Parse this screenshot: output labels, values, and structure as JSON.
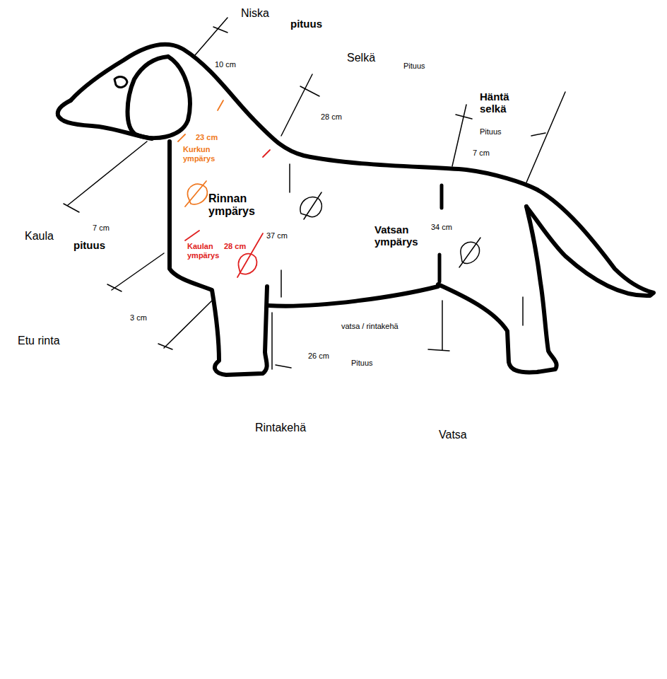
{
  "diagram": {
    "labels": [
      "Niska",
      "pituus",
      "10 cm",
      "Selkä",
      "Pituus",
      "28 cm",
      "Häntä selkä",
      "Pituus",
      "7 cm",
      "23 cm",
      "Kurkun ympärys",
      "Rinnan ympärys",
      "37 cm",
      "Kaula",
      "7 cm",
      "pituus",
      "Kaulan ympärys",
      "28 cm",
      "Vatsan ympärys",
      "34 cm",
      "3 cm",
      "Etu rinta",
      "vatsa / rintakehä",
      "26 cm",
      "Pituus",
      "Rintakehä",
      "Vatsa"
    ]
  }
}
